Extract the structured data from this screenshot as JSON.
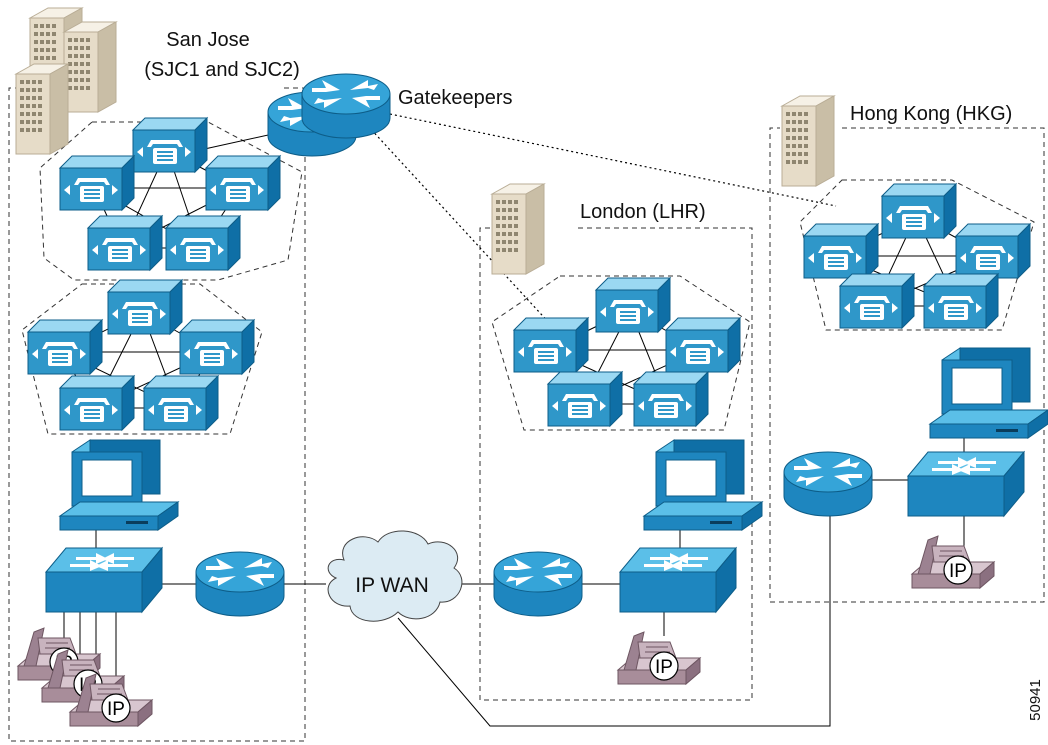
{
  "sites": {
    "san_jose": {
      "name": "San Jose",
      "detail": "(SJC1 and SJC2)"
    },
    "london": {
      "name": "London (LHR)"
    },
    "hong_kong": {
      "name": "Hong Kong (HKG)"
    }
  },
  "gatekeepers_label": "Gatekeepers",
  "wan_label": "IP WAN",
  "phone_label": "IP",
  "figure_number": "50941",
  "colors": {
    "device_blue": "#2f97c9",
    "device_top": "#8fd2ee",
    "phone": "#b9a0ac",
    "building": "#e6dcc8",
    "cloud": "#dcebf3"
  }
}
